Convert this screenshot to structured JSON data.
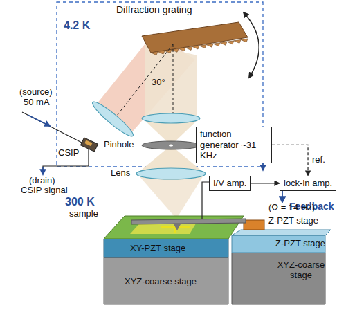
{
  "diagram": {
    "nodes": [
      {
        "text": [
          "function generator ~31 KHz"
        ]
      },
      {
        "text": [
          "I/V amp."
        ]
      },
      {
        "text": [
          "lock-in amp."
        ]
      }
    ],
    "edges": [
      {
        "from": 0,
        "to": 2,
        "arrow": "to",
        "label": "ref."
      },
      {
        "from": 1,
        "to": 2,
        "arrow": "to"
      }
    ],
    "labels": [
      "Diffraction grating",
      "4.2 K",
      "30°",
      "(source)",
      "50 mA",
      "CSIP",
      "(drain)",
      "CSIP signal",
      "Pinhole",
      "Lens",
      "300 K",
      "sample",
      "Feedback",
      "(Ω = 14 Hz)",
      "Z-PZT stage",
      "Z-PZT stage",
      "XY-PZT stage",
      "XYZ-coarse stage",
      "XYZ-coarse stage"
    ]
  }
}
